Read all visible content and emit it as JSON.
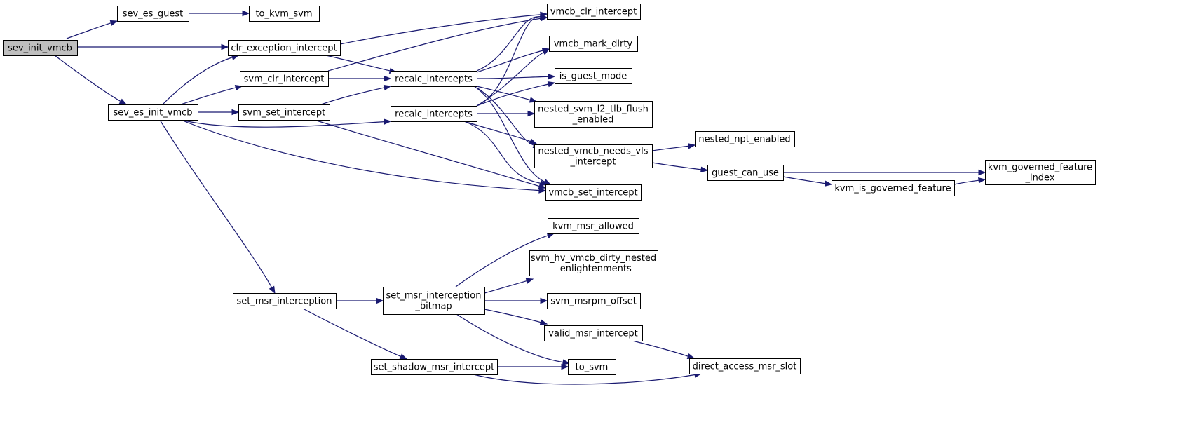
{
  "diagram": {
    "type": "call-graph",
    "root": "sev_init_vmcb",
    "nodes": [
      {
        "id": "n_sev_init_vmcb",
        "label": [
          "sev_init_vmcb"
        ],
        "root": true
      },
      {
        "id": "n_sev_es_guest",
        "label": [
          "sev_es_guest"
        ]
      },
      {
        "id": "n_to_kvm_svm",
        "label": [
          "to_kvm_svm"
        ]
      },
      {
        "id": "n_clr_exception_intercept",
        "label": [
          "clr_exception_intercept"
        ]
      },
      {
        "id": "n_sev_es_init_vmcb",
        "label": [
          "sev_es_init_vmcb"
        ]
      },
      {
        "id": "n_svm_clr_intercept",
        "label": [
          "svm_clr_intercept"
        ]
      },
      {
        "id": "n_svm_set_intercept",
        "label": [
          "svm_set_intercept"
        ]
      },
      {
        "id": "n_recalc_intercepts_1",
        "label": [
          "recalc_intercepts"
        ]
      },
      {
        "id": "n_recalc_intercepts_2",
        "label": [
          "recalc_intercepts"
        ]
      },
      {
        "id": "n_vmcb_clr_intercept",
        "label": [
          "vmcb_clr_intercept"
        ]
      },
      {
        "id": "n_vmcb_mark_dirty",
        "label": [
          "vmcb_mark_dirty"
        ]
      },
      {
        "id": "n_is_guest_mode",
        "label": [
          "is_guest_mode"
        ]
      },
      {
        "id": "n_nested_svm_l2_tlb_flush_enabled",
        "label": [
          "nested_svm_l2_tlb_flush",
          "_enabled"
        ]
      },
      {
        "id": "n_nested_vmcb_needs_vls_intercept",
        "label": [
          "nested_vmcb_needs_vls",
          "_intercept"
        ]
      },
      {
        "id": "n_vmcb_set_intercept",
        "label": [
          "vmcb_set_intercept"
        ]
      },
      {
        "id": "n_nested_npt_enabled",
        "label": [
          "nested_npt_enabled"
        ]
      },
      {
        "id": "n_guest_can_use",
        "label": [
          "guest_can_use"
        ]
      },
      {
        "id": "n_kvm_is_governed_feature",
        "label": [
          "kvm_is_governed_feature"
        ]
      },
      {
        "id": "n_kvm_governed_feature_index",
        "label": [
          "kvm_governed_feature",
          "_index"
        ]
      },
      {
        "id": "n_set_msr_interception",
        "label": [
          "set_msr_interception"
        ]
      },
      {
        "id": "n_set_msr_interception_bitmap",
        "label": [
          "set_msr_interception",
          "_bitmap"
        ]
      },
      {
        "id": "n_kvm_msr_allowed",
        "label": [
          "kvm_msr_allowed"
        ]
      },
      {
        "id": "n_svm_hv_vmcb_dirty_nested_enlightenments",
        "label": [
          "svm_hv_vmcb_dirty_nested",
          "_enlightenments"
        ]
      },
      {
        "id": "n_svm_msrpm_offset",
        "label": [
          "svm_msrpm_offset"
        ]
      },
      {
        "id": "n_valid_msr_intercept",
        "label": [
          "valid_msr_intercept"
        ]
      },
      {
        "id": "n_set_shadow_msr_intercept",
        "label": [
          "set_shadow_msr_intercept"
        ]
      },
      {
        "id": "n_to_svm",
        "label": [
          "to_svm"
        ]
      },
      {
        "id": "n_direct_access_msr_slot",
        "label": [
          "direct_access_msr_slot"
        ]
      }
    ],
    "edges": [
      {
        "from": "n_sev_init_vmcb",
        "to": "n_sev_es_guest"
      },
      {
        "from": "n_sev_init_vmcb",
        "to": "n_clr_exception_intercept"
      },
      {
        "from": "n_sev_init_vmcb",
        "to": "n_sev_es_init_vmcb"
      },
      {
        "from": "n_sev_es_guest",
        "to": "n_to_kvm_svm"
      },
      {
        "from": "n_clr_exception_intercept",
        "to": "n_vmcb_clr_intercept"
      },
      {
        "from": "n_clr_exception_intercept",
        "to": "n_recalc_intercepts_1"
      },
      {
        "from": "n_sev_es_init_vmcb",
        "to": "n_clr_exception_intercept"
      },
      {
        "from": "n_sev_es_init_vmcb",
        "to": "n_svm_clr_intercept"
      },
      {
        "from": "n_sev_es_init_vmcb",
        "to": "n_svm_set_intercept"
      },
      {
        "from": "n_sev_es_init_vmcb",
        "to": "n_recalc_intercepts_2"
      },
      {
        "from": "n_sev_es_init_vmcb",
        "to": "n_vmcb_set_intercept"
      },
      {
        "from": "n_sev_es_init_vmcb",
        "to": "n_set_msr_interception"
      },
      {
        "from": "n_svm_clr_intercept",
        "to": "n_vmcb_clr_intercept"
      },
      {
        "from": "n_svm_clr_intercept",
        "to": "n_recalc_intercepts_1"
      },
      {
        "from": "n_svm_set_intercept",
        "to": "n_recalc_intercepts_1"
      },
      {
        "from": "n_svm_set_intercept",
        "to": "n_vmcb_set_intercept"
      },
      {
        "from": "n_recalc_intercepts_1",
        "to": "n_vmcb_clr_intercept"
      },
      {
        "from": "n_recalc_intercepts_1",
        "to": "n_vmcb_mark_dirty"
      },
      {
        "from": "n_recalc_intercepts_1",
        "to": "n_is_guest_mode"
      },
      {
        "from": "n_recalc_intercepts_1",
        "to": "n_nested_svm_l2_tlb_flush_enabled"
      },
      {
        "from": "n_recalc_intercepts_1",
        "to": "n_nested_vmcb_needs_vls_intercept"
      },
      {
        "from": "n_recalc_intercepts_1",
        "to": "n_vmcb_set_intercept"
      },
      {
        "from": "n_recalc_intercepts_2",
        "to": "n_vmcb_clr_intercept"
      },
      {
        "from": "n_recalc_intercepts_2",
        "to": "n_vmcb_mark_dirty"
      },
      {
        "from": "n_recalc_intercepts_2",
        "to": "n_is_guest_mode"
      },
      {
        "from": "n_recalc_intercepts_2",
        "to": "n_nested_svm_l2_tlb_flush_enabled"
      },
      {
        "from": "n_recalc_intercepts_2",
        "to": "n_nested_vmcb_needs_vls_intercept"
      },
      {
        "from": "n_recalc_intercepts_2",
        "to": "n_vmcb_set_intercept"
      },
      {
        "from": "n_nested_vmcb_needs_vls_intercept",
        "to": "n_nested_npt_enabled"
      },
      {
        "from": "n_nested_vmcb_needs_vls_intercept",
        "to": "n_guest_can_use"
      },
      {
        "from": "n_guest_can_use",
        "to": "n_kvm_governed_feature_index"
      },
      {
        "from": "n_guest_can_use",
        "to": "n_kvm_is_governed_feature"
      },
      {
        "from": "n_kvm_is_governed_feature",
        "to": "n_kvm_governed_feature_index"
      },
      {
        "from": "n_set_msr_interception",
        "to": "n_set_msr_interception_bitmap"
      },
      {
        "from": "n_set_msr_interception",
        "to": "n_set_shadow_msr_intercept"
      },
      {
        "from": "n_set_msr_interception_bitmap",
        "to": "n_kvm_msr_allowed"
      },
      {
        "from": "n_set_msr_interception_bitmap",
        "to": "n_svm_hv_vmcb_dirty_nested_enlightenments"
      },
      {
        "from": "n_set_msr_interception_bitmap",
        "to": "n_svm_msrpm_offset"
      },
      {
        "from": "n_set_msr_interception_bitmap",
        "to": "n_valid_msr_intercept"
      },
      {
        "from": "n_set_msr_interception_bitmap",
        "to": "n_to_svm"
      },
      {
        "from": "n_valid_msr_intercept",
        "to": "n_direct_access_msr_slot"
      },
      {
        "from": "n_set_shadow_msr_intercept",
        "to": "n_to_svm"
      },
      {
        "from": "n_set_shadow_msr_intercept",
        "to": "n_direct_access_msr_slot"
      }
    ]
  }
}
